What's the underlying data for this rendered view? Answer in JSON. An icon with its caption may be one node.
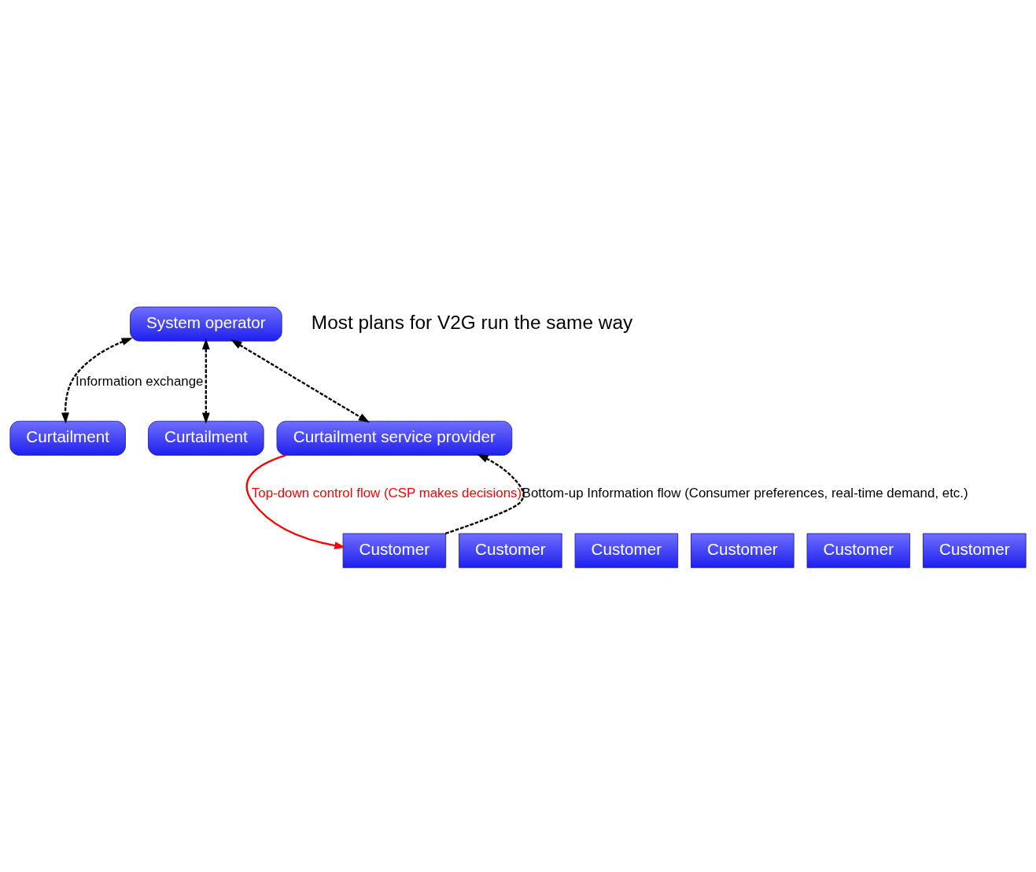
{
  "diagram": {
    "nodes": [
      {
        "text": [
          "System operator"
        ]
      },
      {
        "text": [
          "Curtailment"
        ]
      },
      {
        "text": [
          "Curtailment"
        ]
      },
      {
        "text": [
          "Curtailment service provider"
        ]
      },
      {
        "text": [
          "Customer"
        ]
      },
      {
        "text": [
          "Customer"
        ]
      },
      {
        "text": [
          "Customer"
        ]
      },
      {
        "text": [
          "Customer"
        ]
      },
      {
        "text": [
          "Customer"
        ]
      },
      {
        "text": [
          "Customer"
        ]
      }
    ],
    "edges": [
      {
        "from": 0,
        "to": 1,
        "arrow": "both",
        "style": "dashed",
        "label": "Information exchange"
      },
      {
        "from": 0,
        "to": 2,
        "arrow": "both",
        "style": "dashed"
      },
      {
        "from": 0,
        "to": 3,
        "arrow": "both",
        "style": "dashed"
      },
      {
        "from": 3,
        "to": 9,
        "arrow": "to",
        "color": "#ff0000",
        "label": "Top-down control flow (CSP makes decisions)"
      },
      {
        "from": 9,
        "to": 3,
        "arrow": "to",
        "style": "dashed",
        "label": "Bottom-up Information flow (Consumer preferences, real-time demand, etc.)"
      }
    ],
    "labels": [
      "Most plans for V2G run the same way"
    ]
  }
}
